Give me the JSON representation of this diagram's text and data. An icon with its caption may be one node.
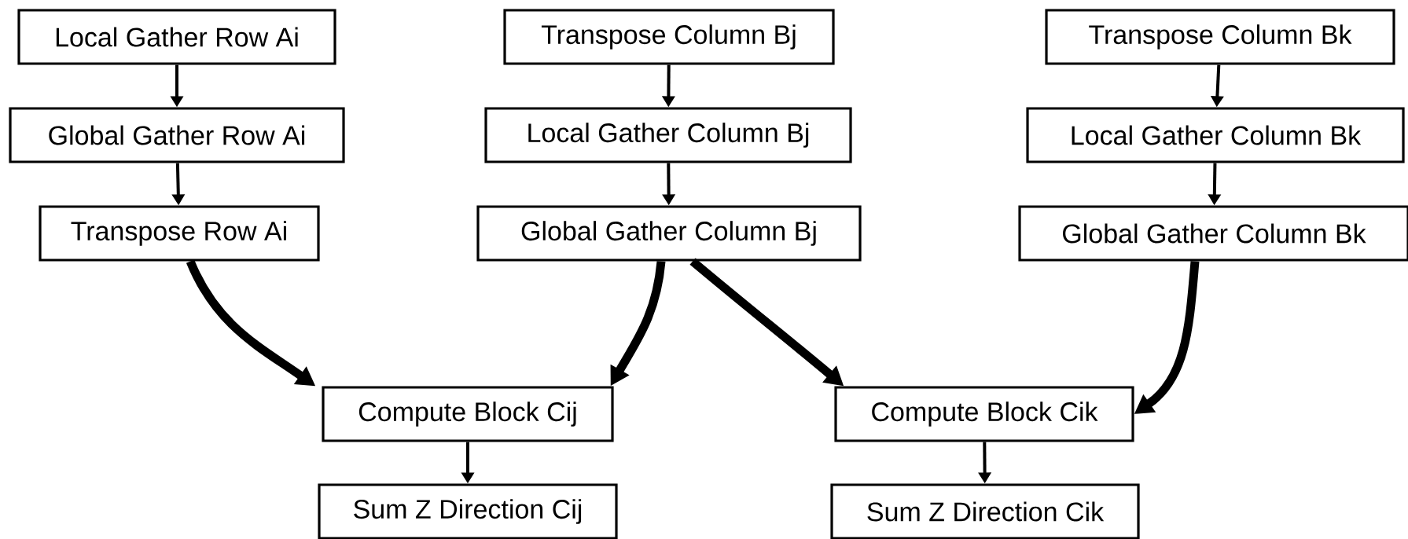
{
  "diagram": {
    "nodes": [
      {
        "text": [
          "Local Gather Row Ai"
        ]
      },
      {
        "text": [
          "Global Gather Row Ai"
        ]
      },
      {
        "text": [
          "Transpose Row Ai"
        ]
      },
      {
        "text": [
          "Transpose Column Bj"
        ]
      },
      {
        "text": [
          "Local Gather Column Bj"
        ]
      },
      {
        "text": [
          "Global Gather Column Bj"
        ]
      },
      {
        "text": [
          "Transpose Column Bk"
        ]
      },
      {
        "text": [
          "Local Gather Column Bk"
        ]
      },
      {
        "text": [
          "Global Gather Column Bk"
        ]
      },
      {
        "text": [
          "Compute Block Cij"
        ]
      },
      {
        "text": [
          "Sum Z Direction Cij"
        ]
      },
      {
        "text": [
          "Compute Block Cik"
        ]
      },
      {
        "text": [
          "Sum Z Direction Cik"
        ]
      }
    ],
    "edges": [
      {
        "from": 0,
        "to": 1,
        "arrow": "to"
      },
      {
        "from": 1,
        "to": 2,
        "arrow": "to"
      },
      {
        "from": 3,
        "to": 4,
        "arrow": "to"
      },
      {
        "from": 4,
        "to": 5,
        "arrow": "to"
      },
      {
        "from": 6,
        "to": 7,
        "arrow": "to"
      },
      {
        "from": 7,
        "to": 8,
        "arrow": "to"
      },
      {
        "from": 2,
        "to": 9,
        "arrow": "to",
        "style": "thick"
      },
      {
        "from": 5,
        "to": 9,
        "arrow": "to",
        "style": "thick"
      },
      {
        "from": 5,
        "to": 11,
        "arrow": "to",
        "style": "thick"
      },
      {
        "from": 8,
        "to": 11,
        "arrow": "to",
        "style": "thick"
      },
      {
        "from": 9,
        "to": 10,
        "arrow": "to"
      },
      {
        "from": 11,
        "to": 12,
        "arrow": "to"
      }
    ]
  }
}
